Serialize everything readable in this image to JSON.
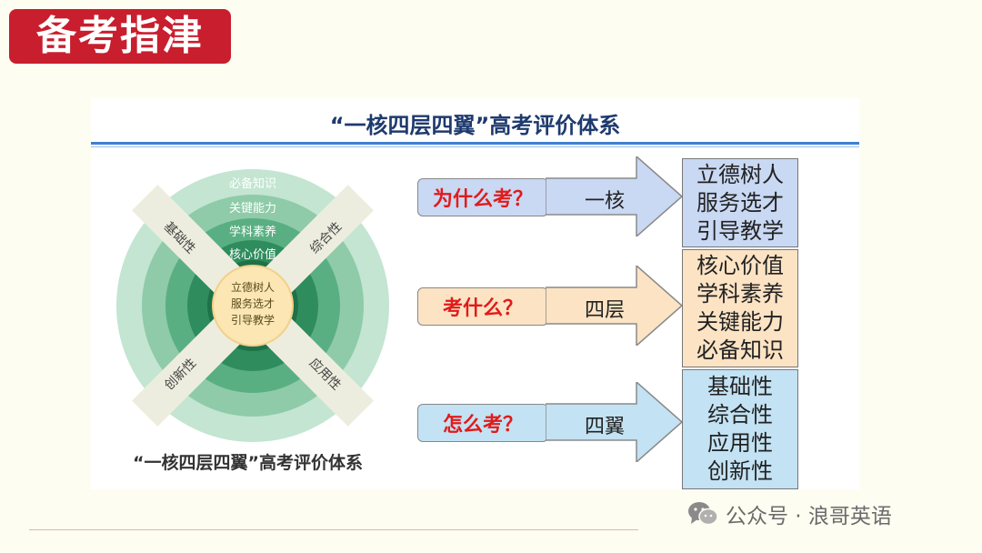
{
  "header": {
    "badge": "备考指津"
  },
  "panel": {
    "title": "“一核四层四翼”高考评价体系",
    "caption": "“一核四层四翼”高考评价体系"
  },
  "wheel": {
    "rings": [
      "必备知识",
      "关键能力",
      "学科素养",
      "核心价值"
    ],
    "center": [
      "立德树人",
      "服务选才",
      "引导教学"
    ],
    "spokes": [
      "基础性",
      "综合性",
      "应用性",
      "创新性"
    ]
  },
  "rows": [
    {
      "question": "为什么考？",
      "label": "一核",
      "items": [
        "立德树人",
        "服务选才",
        "引导教学"
      ]
    },
    {
      "question": "考什么？",
      "label": "四层",
      "items": [
        "核心价值",
        "学科素养",
        "关键能力",
        "必备知识"
      ]
    },
    {
      "question": "怎么考？",
      "label": "四翼",
      "items": [
        "基础性",
        "综合性",
        "应用性",
        "创新性"
      ]
    }
  ],
  "watermark": {
    "text": "公众号 · 浪哥英语"
  },
  "colors": {
    "badge": "#c81e2d",
    "question_text": "#e11b1b",
    "row1": "#c9d8f3",
    "row2": "#fbe3c4",
    "row3": "#c3e2f3",
    "ring_outer": "#bfe3cf",
    "ring_inner": "#1e7a4e"
  }
}
